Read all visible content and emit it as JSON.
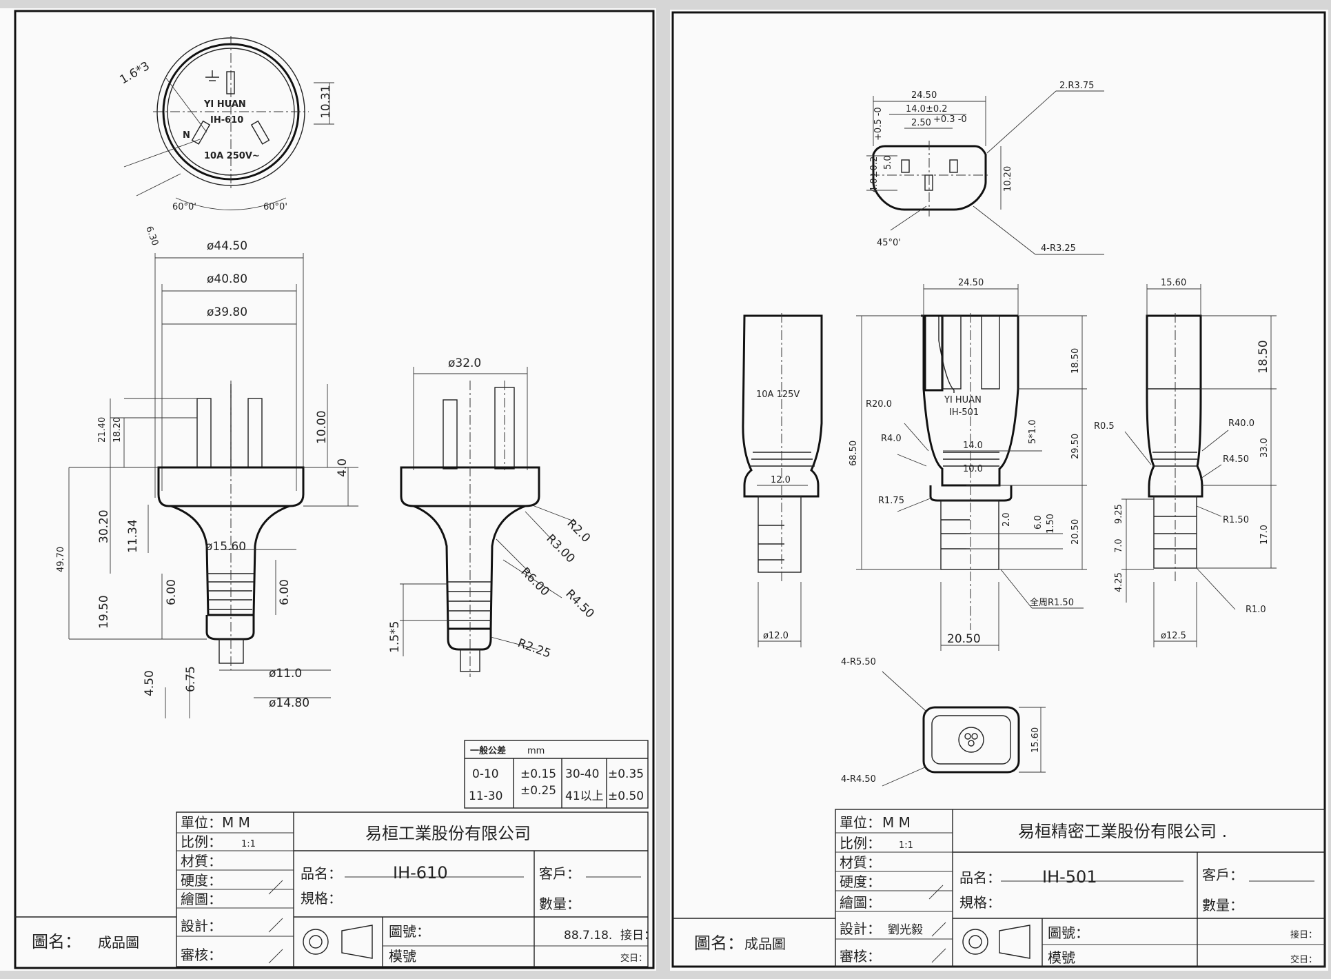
{
  "left": {
    "face": {
      "pin_label": "1.6*3",
      "height": "10.31",
      "brand": "YI  HUAN",
      "model": "IH-610",
      "neutral": "N",
      "rating": "10A  250V~",
      "angle_l": "60°0'",
      "angle_r": "60°0'",
      "offset": "6.30"
    },
    "front": {
      "d1": "ø44.50",
      "d2": "ø40.80",
      "d3": "ø39.80",
      "d4": "ø15.60",
      "d5": "ø11.0",
      "d6": "ø14.80",
      "h1": "21.40",
      "h2": "18.20",
      "h3": "10.00",
      "h4": "4.0",
      "h5": "30.20",
      "h6": "11.34",
      "h7": "49.70",
      "h8": "6.00",
      "h9": "6.00",
      "h10": "19.50",
      "h11": "4.50",
      "h12": "6.75"
    },
    "side": {
      "d1": "ø32.0",
      "r1": "R2.0",
      "r2": "R3.00",
      "r3": "R6.00",
      "r4": "R4.50",
      "r5": "R2.25",
      "h1": "1.5*5"
    },
    "tolerance": {
      "title": "一般公差",
      "unit": "mm",
      "rows": [
        [
          "0-10",
          "±0.15",
          "30-40",
          "±0.35"
        ],
        [
          "11-30",
          "±0.25",
          "41以上",
          "±0.50"
        ]
      ]
    },
    "title_block": {
      "unit_label": "單位：",
      "unit_value": "M   M",
      "scale_label": "比例：",
      "scale_value": "1:1",
      "material": "材質：",
      "hardness": "硬度：",
      "drawn": "繪圖：",
      "design": "設計：",
      "designer": "",
      "review": "審核：",
      "company": "易桓工業股份有限公司",
      "name_label": "品名：",
      "name_value": "IH-610",
      "spec": "規格：",
      "customer": "客戶：",
      "quantity": "數量：",
      "drawing_no": "圖號：",
      "mold_no": "模號",
      "date": "88.7.18.",
      "receive": "接日：",
      "deliver": "交日：",
      "drawing_name_label": "圖名：",
      "drawing_name": "成品圖"
    }
  },
  "right": {
    "face": {
      "w1": "24.50",
      "w2": "14.0±0.2",
      "w3": "2.50",
      "w3_tol": "+0.3 -0",
      "r1": "2.R3.75",
      "h1": "4.0±0.2",
      "h2": "5.0",
      "h2_tol": "+0.5 -0",
      "h3": "10.20",
      "angle": "45°0'",
      "r2": "4-R3.25"
    },
    "left_view": {
      "rating": "10A  125V",
      "w": "12.0",
      "d": "ø12.0"
    },
    "mid_view": {
      "w1": "24.50",
      "brand": "YI  HUAN",
      "model": "IH-501",
      "r1": "R20.0",
      "r2": "R4.0",
      "r3": "R1.75",
      "h1": "68.50",
      "h2": "18.50",
      "h3": "29.50",
      "h4": "20.50",
      "h5": "5*1.0",
      "h6": "2.0",
      "h7": "6.0",
      "h8": "1.50",
      "w2": "14.0",
      "w3": "10.0",
      "w4": "20.50",
      "r4": "全周R1.50"
    },
    "right_view": {
      "w": "15.60",
      "r1": "R0.5",
      "r2": "R40.0",
      "r3": "R4.50",
      "r4": "R1.50",
      "r5": "R1.0",
      "h1": "18.50",
      "h2": "33.0",
      "h3": "17.0",
      "h4": "9.25",
      "h5": "7.0",
      "h6": "4.25",
      "d": "ø12.5"
    },
    "bottom_view": {
      "r1": "4-R5.50",
      "r2": "4-R4.50",
      "h": "15.60"
    },
    "title_block": {
      "unit_label": "單位：",
      "unit_value": "M   M",
      "scale_label": "比例：",
      "scale_value": "1:1",
      "material": "材質：",
      "hardness": "硬度：",
      "drawn": "繪圖：",
      "design": "設計：",
      "designer": "劉光毅",
      "review": "審核：",
      "company": "易桓精密工業股份有限公司 .",
      "name_label": "品名：",
      "name_value": "IH-501",
      "spec": "規格：",
      "customer": "客戶：",
      "quantity": "數量：",
      "drawing_no": "圖號：",
      "mold_no": "模號",
      "date": "",
      "receive": "接日：",
      "deliver": "交日：",
      "drawing_name_label": "圖名：",
      "drawing_name": "成品圖"
    }
  }
}
